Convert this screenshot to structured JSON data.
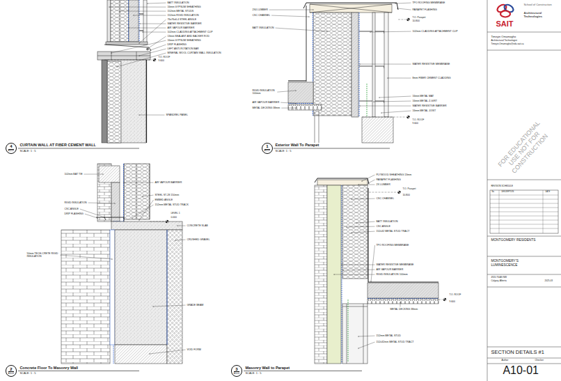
{
  "diagram": {
    "title": "SECTION DETAILS #1",
    "nodes": [
      {
        "text": [
          "4",
          "A10-01"
        ]
      },
      {
        "text": [
          "1",
          "A10-01"
        ]
      },
      {
        "text": [
          "2",
          "A10-01"
        ]
      },
      {
        "text": [
          "3",
          "A10-01"
        ]
      }
    ],
    "labels": [
      "BATT INSULATION",
      "16mm GYPSUM SHEATHING",
      "152mm METAL STUDS",
      "152mm RIGID INSULATION",
      "76x76x6.4 STEEL ANGLE",
      "WATER RESISTIVE BARRIER",
      "AIR VAPOUR BARRIER",
      "102mm CLADDING ATTACHMENT CLIP",
      "13mm SEALANT AND BACKER ROD",
      "16mm GYPSUM SHEATHING",
      "DRIP FLASHING",
      "LEFT ANTI-ROTATION BAR",
      "MINERAL WOOL CURTAIN WALL INSULATION",
      "T.O. ROOF",
      "9.600",
      "SPANDREL PANEL",
      "CURTAIN WALL AT FIBER CEMENT WALL",
      "SCALE: 1 : 5",
      "2X4 LUMBER",
      "CSC CHANNEL",
      "BATT INSULATION",
      "RIGID INSULATION 100mm",
      "AIR VAPOUR BARRIER",
      "METAL DECKING 38mm",
      "TPO ROOFING MEMBRANE",
      "PARAPET FLASHING",
      "T.O. Parapet",
      "10.800",
      "102mm CLADDING ATTACHMENT CLIP",
      "WATER RESISTIVE MEMBRANE",
      "8mm FIBER CEMENT CLADDING",
      "16mm METAL MAT",
      "16mm METAL Z-GIRT",
      "WATER RESISTIVE BARRIER",
      "16mm METAL JOIST",
      "T.O. ROOF",
      "9.600",
      "Exterior Wall To Parapet",
      "SCALE: 1 : 5",
      "102mm BAT TIE",
      "RIGID INSULATION",
      "CSC ANGLE",
      "DRIP FLASHING",
      "50mm TECH-CRETE RIGID INSULATION",
      "AIR VAPOUR BARRIER",
      "STEEL ST-28 150mm",
      "EMBED ANGLE",
      "152mm METAL STUD TRACK",
      "LEVEL 1",
      "0.000",
      "CONCRETE SLAB",
      "CRUSHED GRAVEL",
      "GRADE BEAM",
      "VOID FORM",
      "Concrete Floor To Masonry Wall",
      "SCALE: 1 : 5",
      "PLYWOOD SHEATHING 13mm",
      "PARAPET FLASHING",
      "2X LUMBER",
      "CSC CHANNEL",
      "T.O. Parapet",
      "10.800",
      "BATT INSULATION",
      "CSC ANGLE",
      "152x32 METAL STUD TRACT",
      "TPO ROOFING MEMBRANE",
      "WATER RESISTIVE MEMBRANE",
      "AIR VAPOUR BARRIER",
      "RIGID INSULATION 100mm",
      "METAL DECKING 38mm",
      "T.O. ROOF",
      "9.600",
      "152mm METAL STUD",
      "152x32mm METAL STUD TRACT",
      "Masonry Wall to Parapet",
      "SCALE: 1 : 5",
      "SAIT",
      "School of Construction",
      "Architectural Technologies",
      "Timeyin Omamogho",
      "Architectural Technologist",
      "Timeyin.Omamogho@edu.sait.ca",
      "FOR EDUCATIONAL USE NOT FOR CONSTRUCTION",
      "REVISION SCHEDULE",
      "No.",
      "DESCRIPTION",
      "DATE",
      "MONTGOMERY RESIDENTS",
      "MONTGOMERY'S LUMINESCENCE",
      "4920 76 AS NW",
      "Calgary, Alberta",
      "2025-03",
      "Author",
      "Checker",
      "A10-01"
    ]
  }
}
